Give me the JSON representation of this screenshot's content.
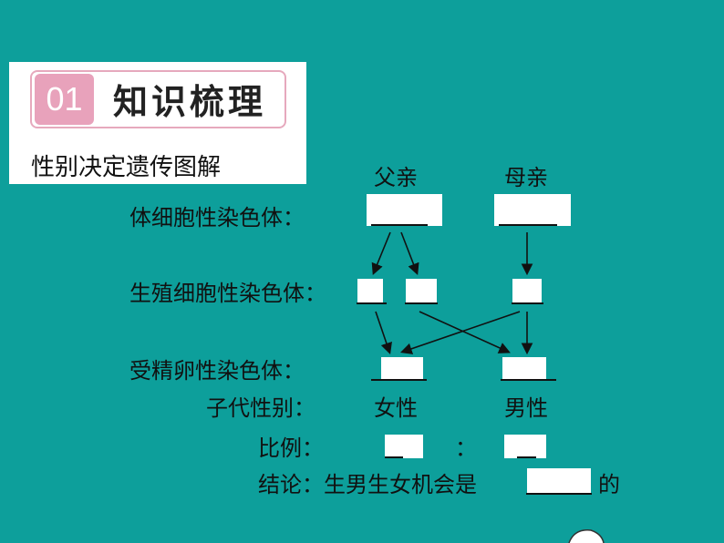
{
  "header": {
    "badge": "01",
    "title": "知识梳理",
    "subtitle": "性别决定遗传图解"
  },
  "diagram": {
    "father": "父亲",
    "mother": "母亲",
    "somatic_label": "体细胞性染色体：",
    "germ_label": "生殖细胞性染色体：",
    "zygote_label": "受精卵性染色体：",
    "offspring_label": "子代性别：",
    "female": "女性",
    "male": "男性",
    "ratio_label": "比例：",
    "ratio_sep": "：",
    "conclusion_label": "结论：生男生女机会是",
    "conclusion_end": "的"
  }
}
